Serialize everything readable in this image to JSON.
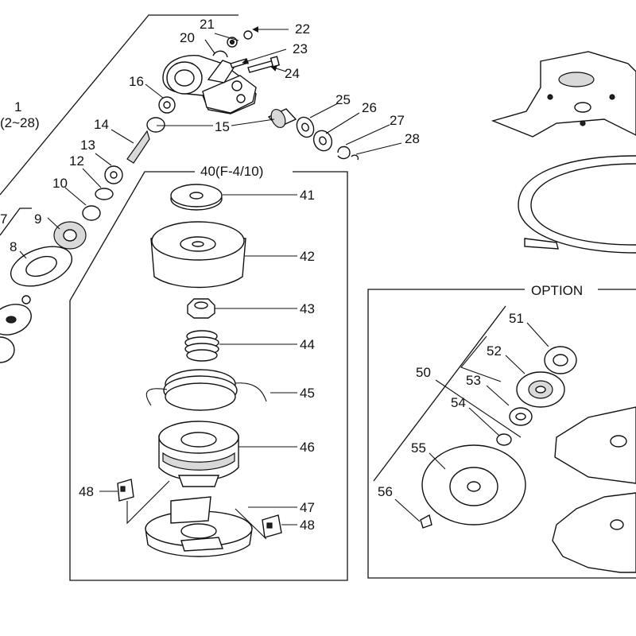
{
  "option_label": "OPTION",
  "group_labels": {
    "assembly": "1",
    "assembly_range": "(2~28)",
    "head_kit": "40(F-4/10)"
  },
  "part_numbers": {
    "p7": "7",
    "p8": "8",
    "p9": "9",
    "p10": "10",
    "p12": "12",
    "p13": "13",
    "p14": "14",
    "p15": "15",
    "p16": "16",
    "p20": "20",
    "p21": "21",
    "p22": "22",
    "p23": "23",
    "p24": "24",
    "p25": "25",
    "p26": "26",
    "p27": "27",
    "p28": "28",
    "p41": "41",
    "p42": "42",
    "p43": "43",
    "p44": "44",
    "p45": "45",
    "p46": "46",
    "p47": "47",
    "p48a": "48",
    "p48b": "48",
    "p50": "50",
    "p51": "51",
    "p52": "52",
    "p53": "53",
    "p54": "54",
    "p55": "55",
    "p56": "56"
  }
}
